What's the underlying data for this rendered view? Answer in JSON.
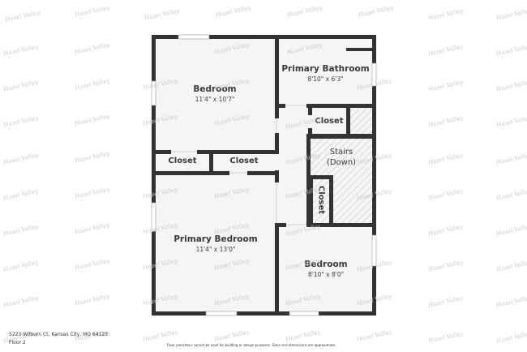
{
  "watermark": {
    "text": "Hazel Valley"
  },
  "rooms": [
    {
      "name": "Bedroom",
      "dimensions": "11'4\" x 10'7\""
    },
    {
      "name": "Primary Bathroom",
      "dimensions": "8'10\" x 6'3\""
    },
    {
      "name": "Primary Bedroom",
      "dimensions": "11'4\" x 13'0\""
    },
    {
      "name": "Bedroom",
      "dimensions": "8'10\" x 8'0\""
    }
  ],
  "closets": [
    {
      "name": "Closet"
    },
    {
      "name": "Closet"
    },
    {
      "name": "Closet"
    },
    {
      "name": "Closet"
    }
  ],
  "stairs": {
    "line1": "Stairs",
    "line2": "(Down)"
  },
  "footer": {
    "address": "5223 Wilburn Ct, Kansas City, MO 64123",
    "floor": "Floor 2",
    "disclaimer": "Floor plans/tour cannot be used for building or design purposes. Sizes and dimensions are approximate."
  },
  "colors": {
    "wall": "#333333",
    "floor": "#f5f5f5",
    "hatch": "#bdbdbd"
  }
}
